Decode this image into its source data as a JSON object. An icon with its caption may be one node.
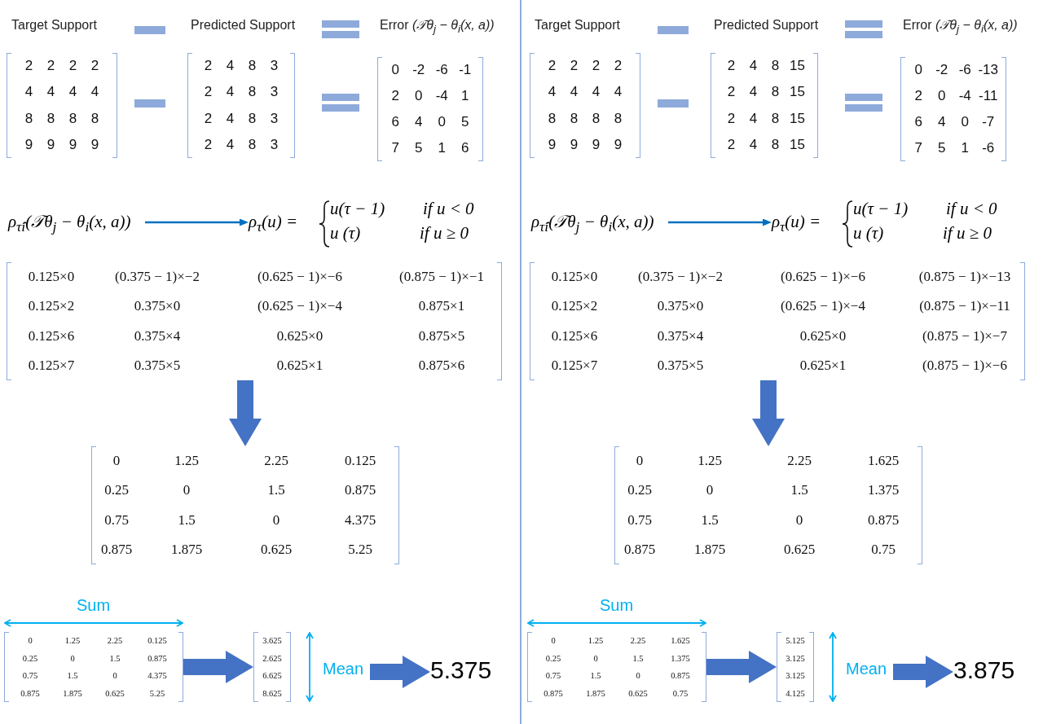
{
  "diagram": {
    "nodes": [
      {
        "text": [
          "Target Support",
          "2",
          "2",
          "2",
          "2",
          "4",
          "4",
          "4",
          "4",
          "8",
          "8",
          "8",
          "8",
          "9",
          "9",
          "9",
          "9"
        ]
      },
      {
        "text": [
          "Predicted Support",
          "2",
          "4",
          "8",
          "3",
          "2",
          "4",
          "8",
          "3",
          "2",
          "4",
          "8",
          "3",
          "2",
          "4",
          "8",
          "3"
        ]
      },
      {
        "text": [
          "Error *(𝒯θ$_{j}$ − θ$_{i}$(x, a))*",
          "0",
          "-2",
          "-6",
          "-1",
          "2",
          "0",
          "-4",
          "1",
          "6",
          "4",
          "0",
          "5",
          "7",
          "5",
          "1",
          "6"
        ]
      },
      {
        "text": [
          "ρ$_{τ̂i}$(𝒯θ$_{j}$ − θ$_{i}$(x, a))"
        ]
      },
      {
        "text": [
          "ρ$_{τ}$(u) =",
          "u(τ − 1)",
          "if u < 0",
          "u (τ)",
          "if u ≥ 0"
        ]
      },
      {
        "text": [
          "0.125×0",
          "(0.375 − 1)×−2",
          "(0.625 − 1)×−6",
          "(0.875 − 1)×−1",
          "0.125×2",
          "0.375×0",
          "(0.625 − 1)×−4",
          "0.875×1",
          "0.125×6",
          "0.375×4",
          "0.625×0",
          "0.875×5",
          "0.125×7",
          "0.375×5",
          "0.625×1",
          "0.875×6"
        ]
      },
      {
        "text": [
          "0",
          "1.25",
          "2.25",
          "0.125",
          "0.25",
          "0",
          "1.5",
          "0.875",
          "0.75",
          "1.5",
          "0",
          "4.375",
          "0.875",
          "1.875",
          "0.625",
          "5.25"
        ]
      },
      {
        "text": [
          "0",
          "1.25",
          "2.25",
          "0.125",
          "0.25",
          "0",
          "1.5",
          "0.875",
          "0.75",
          "1.5",
          "0",
          "4.375",
          "0.875",
          "1.875",
          "0.625",
          "5.25"
        ],
        "beside": [
          "Sum"
        ]
      },
      {
        "text": [
          "3.625",
          "2.625",
          "6.625",
          "8.625"
        ]
      },
      {
        "text": [
          "Mean"
        ]
      },
      {
        "text": [
          "5.375"
        ]
      },
      {
        "text": [
          "Target Support",
          "2",
          "2",
          "2",
          "2",
          "4",
          "4",
          "4",
          "4",
          "8",
          "8",
          "8",
          "8",
          "9",
          "9",
          "9",
          "9"
        ]
      },
      {
        "text": [
          "Predicted Support",
          "2",
          "4",
          "8",
          "15",
          "2",
          "4",
          "8",
          "15",
          "2",
          "4",
          "8",
          "15",
          "2",
          "4",
          "8",
          "15"
        ]
      },
      {
        "text": [
          "Error *(𝒯θ$_{j}$ − θ$_{i}$(x, a))*",
          "0",
          "-2",
          "-6",
          "-13",
          "2",
          "0",
          "-4",
          "-11",
          "6",
          "4",
          "0",
          "-7",
          "7",
          "5",
          "1",
          "-6"
        ]
      },
      {
        "text": [
          "ρ$_{τ̂i}$(𝒯θ$_{j}$ − θ$_{i}$(x, a))"
        ]
      },
      {
        "text": [
          "ρ$_{τ}$(u) =",
          "u(τ − 1)",
          "if u < 0",
          "u (τ)",
          "if u ≥ 0"
        ]
      },
      {
        "text": [
          "0.125×0",
          "(0.375 − 1)×−2",
          "(0.625 − 1)×−6",
          "(0.875 − 1)×−13",
          "0.125×2",
          "0.375×0",
          "(0.625 − 1)×−4",
          "(0.875 − 1)×−11",
          "0.125×6",
          "0.375×4",
          "0.625×0",
          "(0.875 − 1)×−7",
          "0.125×7",
          "0.375×5",
          "0.625×1",
          "(0.875 − 1)×−6"
        ]
      },
      {
        "text": [
          "0",
          "1.25",
          "2.25",
          "1.625",
          "0.25",
          "0",
          "1.5",
          "1.375",
          "0.75",
          "1.5",
          "0",
          "0.875",
          "0.875",
          "1.875",
          "0.625",
          "0.75"
        ]
      },
      {
        "text": [
          "0",
          "1.25",
          "2.25",
          "1.625",
          "0.25",
          "0",
          "1.5",
          "1.375",
          "0.75",
          "1.5",
          "0",
          "0.875",
          "0.875",
          "1.875",
          "0.625",
          "0.75"
        ],
        "beside": [
          "Sum"
        ]
      },
      {
        "text": [
          "5.125",
          "3.125",
          "3.125",
          "4.125"
        ]
      },
      {
        "text": [
          "Mean"
        ]
      },
      {
        "text": [
          "3.875"
        ]
      }
    ],
    "edges": [
      {
        "from": 3,
        "to": 4,
        "arrow": "to",
        "color": "#0070c0"
      },
      {
        "from": 5,
        "to": 6,
        "arrow": "to"
      },
      {
        "from": 7,
        "to": 8,
        "arrow": "to"
      },
      {
        "from": 9,
        "to": 10,
        "arrow": "to"
      },
      {
        "from": 14,
        "to": 15,
        "arrow": "to",
        "color": "#0070c0"
      },
      {
        "from": 16,
        "to": 17,
        "arrow": "to"
      },
      {
        "from": 18,
        "to": 19,
        "arrow": "to"
      },
      {
        "from": 20,
        "to": 21,
        "arrow": "to"
      }
    ]
  }
}
